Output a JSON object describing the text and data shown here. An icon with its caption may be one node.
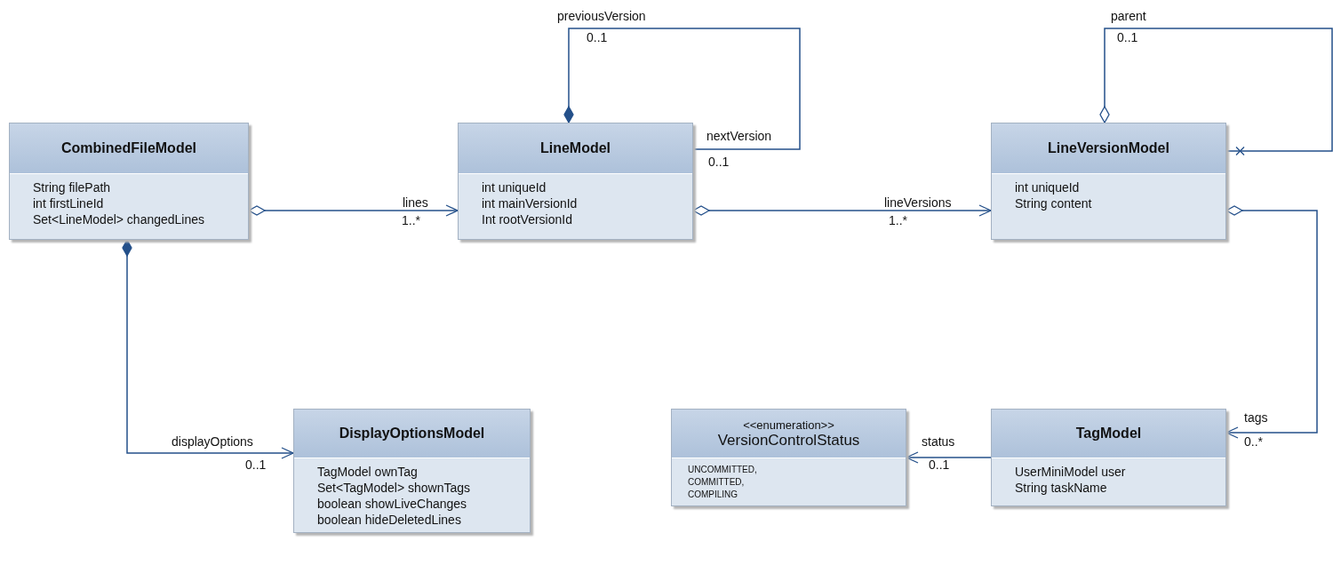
{
  "diagram": {
    "nodes": [
      {
        "text": [
          "CombinedFileModel",
          "String filePath",
          "int firstLineId",
          "Set<LineModel> changedLines"
        ]
      },
      {
        "text": [
          "LineModel",
          "int uniqueId",
          "int mainVersionId",
          "Int rootVersionId"
        ]
      },
      {
        "text": [
          "LineVersionModel",
          "int uniqueId",
          "String content"
        ]
      },
      {
        "text": [
          "DisplayOptionsModel",
          "TagModel ownTag",
          "Set<TagModel> shownTags",
          "boolean showLiveChanges",
          "boolean hideDeletedLines"
        ]
      },
      {
        "text": [
          "<<enumeration>>",
          "VersionControlStatus",
          "UNCOMMITTED,",
          "COMMITTED,",
          "COMPILING"
        ]
      },
      {
        "text": [
          "TagModel",
          "UserMiniModel user",
          "String taskName"
        ]
      }
    ],
    "edges": [
      {
        "from": 0,
        "to": 1,
        "arrow": "to",
        "label": "lines"
      },
      {
        "from": 1,
        "to": 2,
        "arrow": "to",
        "label": "lineVersions"
      },
      {
        "from": 1,
        "to": 1,
        "arrow": "other",
        "label": "previousVersion"
      },
      {
        "from": 2,
        "to": 2,
        "arrow": "other",
        "label": "parent"
      },
      {
        "from": 2,
        "to": 5,
        "arrow": "to",
        "label": "tags"
      },
      {
        "from": 0,
        "to": 3,
        "arrow": "to",
        "label": "displayOptions"
      },
      {
        "from": 5,
        "to": 4,
        "arrow": "to",
        "label": "status"
      }
    ],
    "labels": [
      "0..1",
      "0..1",
      "nextVersion",
      "0..1",
      "1..*",
      "1..*",
      "0..*",
      "0..1",
      "0..1"
    ]
  }
}
